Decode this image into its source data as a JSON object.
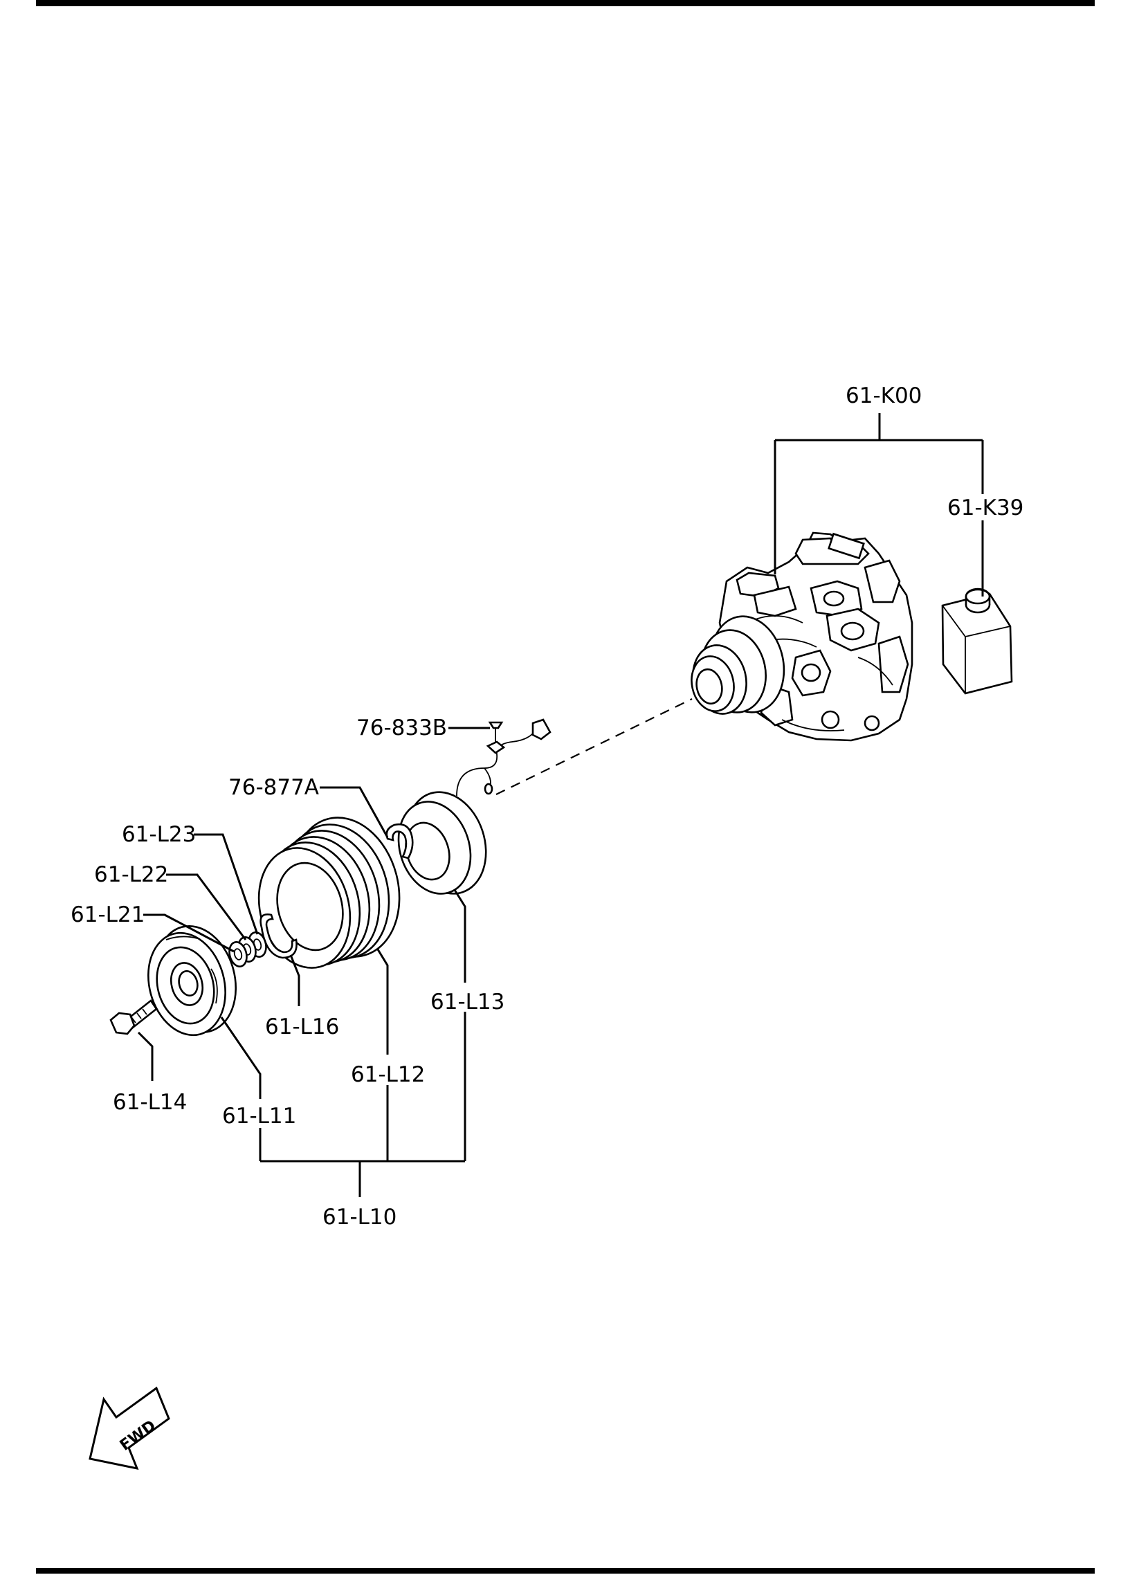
{
  "labels": {
    "compressor_assembly": "61-K00",
    "oil": "61-K39",
    "screw": "76-833B",
    "clip": "76-877A",
    "shim_23": "61-L23",
    "shim_22": "61-L22",
    "shim_21": "61-L21",
    "snap_ring": "61-L16",
    "field_coil": "61-L13",
    "pulley": "61-L12",
    "bolt": "61-L14",
    "pressure_plate": "61-L11",
    "clutch_assembly": "61-L10"
  },
  "fwd_arrow": {
    "text": "FWD"
  }
}
